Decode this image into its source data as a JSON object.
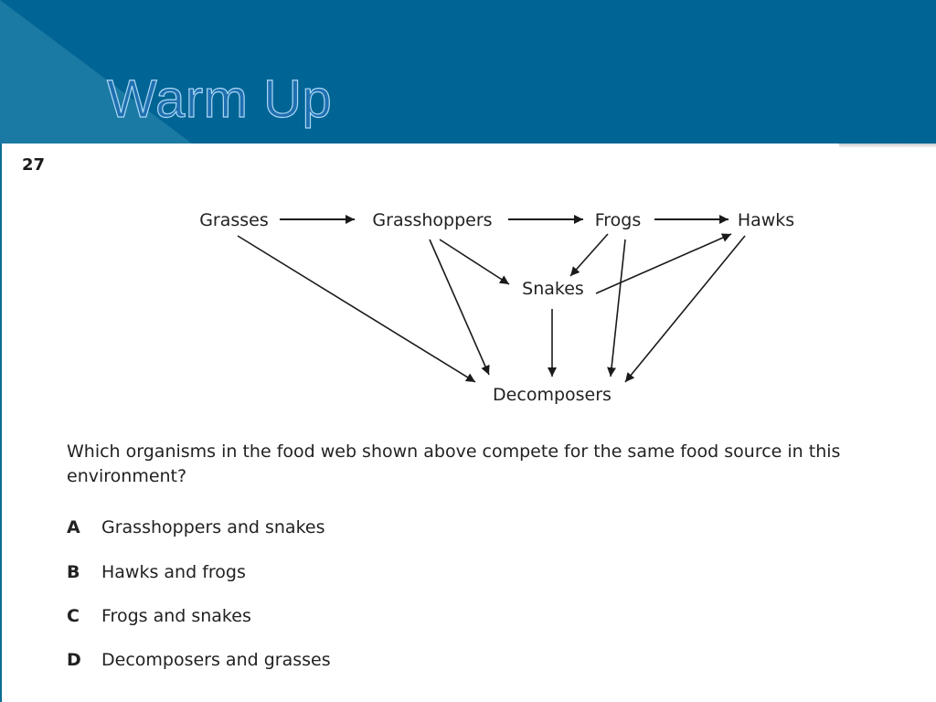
{
  "slide": {
    "title": "Warm Up",
    "colors": {
      "header": "#006494",
      "header_stripe": "#1a7aa3",
      "title": "#1f6fb0"
    }
  },
  "question": {
    "number": "27",
    "text": "Which organisms in the food web shown above compete for the same food source in this environment?",
    "options": [
      {
        "letter": "A",
        "text": "Grasshoppers and snakes"
      },
      {
        "letter": "B",
        "text": "Hawks and frogs"
      },
      {
        "letter": "C",
        "text": "Frogs and snakes"
      },
      {
        "letter": "D",
        "text": "Decomposers and grasses"
      }
    ]
  },
  "food_web": {
    "nodes": [
      {
        "id": "grasses",
        "label": "Grasses"
      },
      {
        "id": "grasshoppers",
        "label": "Grasshoppers"
      },
      {
        "id": "frogs",
        "label": "Frogs"
      },
      {
        "id": "hawks",
        "label": "Hawks"
      },
      {
        "id": "snakes",
        "label": "Snakes"
      },
      {
        "id": "decomposers",
        "label": "Decomposers"
      }
    ],
    "edges": [
      {
        "from": "grasses",
        "to": "grasshoppers"
      },
      {
        "from": "grasshoppers",
        "to": "frogs"
      },
      {
        "from": "frogs",
        "to": "hawks"
      },
      {
        "from": "grasses",
        "to": "decomposers"
      },
      {
        "from": "grasshoppers",
        "to": "snakes"
      },
      {
        "from": "grasshoppers",
        "to": "decomposers"
      },
      {
        "from": "frogs",
        "to": "snakes"
      },
      {
        "from": "frogs",
        "to": "decomposers"
      },
      {
        "from": "snakes",
        "to": "hawks"
      },
      {
        "from": "snakes",
        "to": "decomposers"
      },
      {
        "from": "hawks",
        "to": "decomposers"
      }
    ]
  }
}
